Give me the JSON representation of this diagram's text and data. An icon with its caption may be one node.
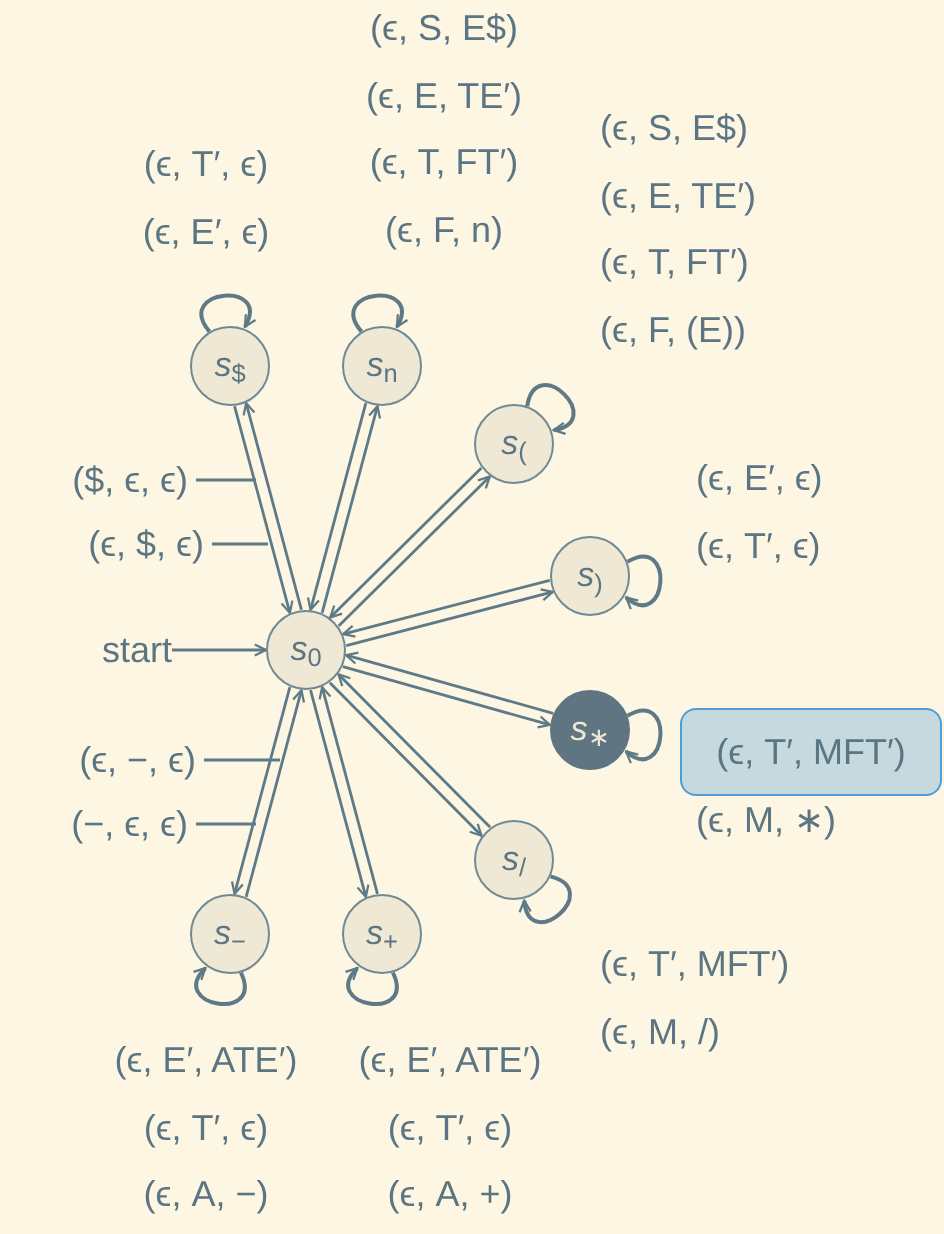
{
  "diagram": {
    "nodes": [
      {
        "text": [
          "start"
        ]
      },
      {
        "text": [
          "*s*$_{0}$"
        ]
      },
      {
        "text": [
          "*s*$_{$}$"
        ],
        "beside": [
          "(ϵ, T′, ϵ)",
          "(ϵ, E′, ϵ)"
        ]
      },
      {
        "text": [
          "*s*$_{n}$"
        ],
        "beside": [
          "(ϵ, S, E$)",
          "(ϵ, E, TE′)",
          "(ϵ, T, FT′)",
          "(ϵ, F, n)"
        ]
      },
      {
        "text": [
          "*s*$_{(}$"
        ],
        "beside": [
          "(ϵ, S, E$)",
          "(ϵ, E, TE′)",
          "(ϵ, T, FT′)",
          "(ϵ, F, (E))"
        ]
      },
      {
        "text": [
          "*s*$_{)}$"
        ],
        "beside": [
          "(ϵ, E′, ϵ)",
          "(ϵ, T′, ϵ)"
        ]
      },
      {
        "text": [
          "*s*$_{∗}$"
        ]
      },
      {
        "text": [
          "*s*$_{/}$"
        ],
        "beside": [
          "(ϵ, T′, MFT′)",
          "(ϵ, M, /)"
        ]
      },
      {
        "text": [
          "*s*$_{−}$"
        ],
        "beside": [
          "(ϵ, E′, ATE′)",
          "(ϵ, T′, ϵ)",
          "(ϵ, A, −)"
        ]
      },
      {
        "text": [
          "*s*$_{+}$"
        ],
        "beside": [
          "(ϵ, E′, ATE′)",
          "(ϵ, T′, ϵ)",
          "(ϵ, A, +)"
        ]
      },
      {
        "text": [
          "(ϵ, T′, MFT′)"
        ]
      },
      {
        "text": [
          "($, ϵ, ϵ)"
        ]
      },
      {
        "text": [
          "(ϵ, $, ϵ)"
        ]
      },
      {
        "text": [
          "(ϵ, −, ϵ)"
        ]
      },
      {
        "text": [
          "(−, ϵ, ϵ)"
        ]
      }
    ],
    "edges": [
      {
        "from": 0,
        "to": 1,
        "arrow": "to"
      },
      {
        "from": 1,
        "to": 2,
        "arrow": "to"
      },
      {
        "from": 2,
        "to": 1,
        "arrow": "to"
      },
      {
        "from": 1,
        "to": 3,
        "arrow": "to"
      },
      {
        "from": 3,
        "to": 1,
        "arrow": "to"
      },
      {
        "from": 1,
        "to": 4,
        "arrow": "to"
      },
      {
        "from": 4,
        "to": 1,
        "arrow": "to"
      },
      {
        "from": 1,
        "to": 5,
        "arrow": "to"
      },
      {
        "from": 5,
        "to": 1,
        "arrow": "to"
      },
      {
        "from": 1,
        "to": 6,
        "arrow": "to"
      },
      {
        "from": 6,
        "to": 1,
        "arrow": "to"
      },
      {
        "from": 1,
        "to": 7,
        "arrow": "to"
      },
      {
        "from": 7,
        "to": 1,
        "arrow": "to"
      },
      {
        "from": 1,
        "to": 8,
        "arrow": "to"
      },
      {
        "from": 8,
        "to": 1,
        "arrow": "to"
      },
      {
        "from": 1,
        "to": 9,
        "arrow": "to"
      },
      {
        "from": 9,
        "to": 1,
        "arrow": "to"
      },
      {
        "from": 2,
        "to": 2,
        "arrow": "to"
      },
      {
        "from": 3,
        "to": 3,
        "arrow": "to"
      },
      {
        "from": 4,
        "to": 4,
        "arrow": "to"
      },
      {
        "from": 5,
        "to": 5,
        "arrow": "to"
      },
      {
        "from": 6,
        "to": 6,
        "arrow": "to"
      },
      {
        "from": 7,
        "to": 7,
        "arrow": "to"
      },
      {
        "from": 8,
        "to": 8,
        "arrow": "to"
      },
      {
        "from": 9,
        "to": 9,
        "arrow": "to"
      },
      {
        "from": 11,
        "to": null,
        "arrow": "none"
      },
      {
        "from": 12,
        "to": null,
        "arrow": "none"
      },
      {
        "from": 13,
        "to": null,
        "arrow": "none"
      },
      {
        "from": 14,
        "to": null,
        "arrow": "none"
      }
    ],
    "labels": [
      "(ϵ, M, ∗)"
    ]
  }
}
